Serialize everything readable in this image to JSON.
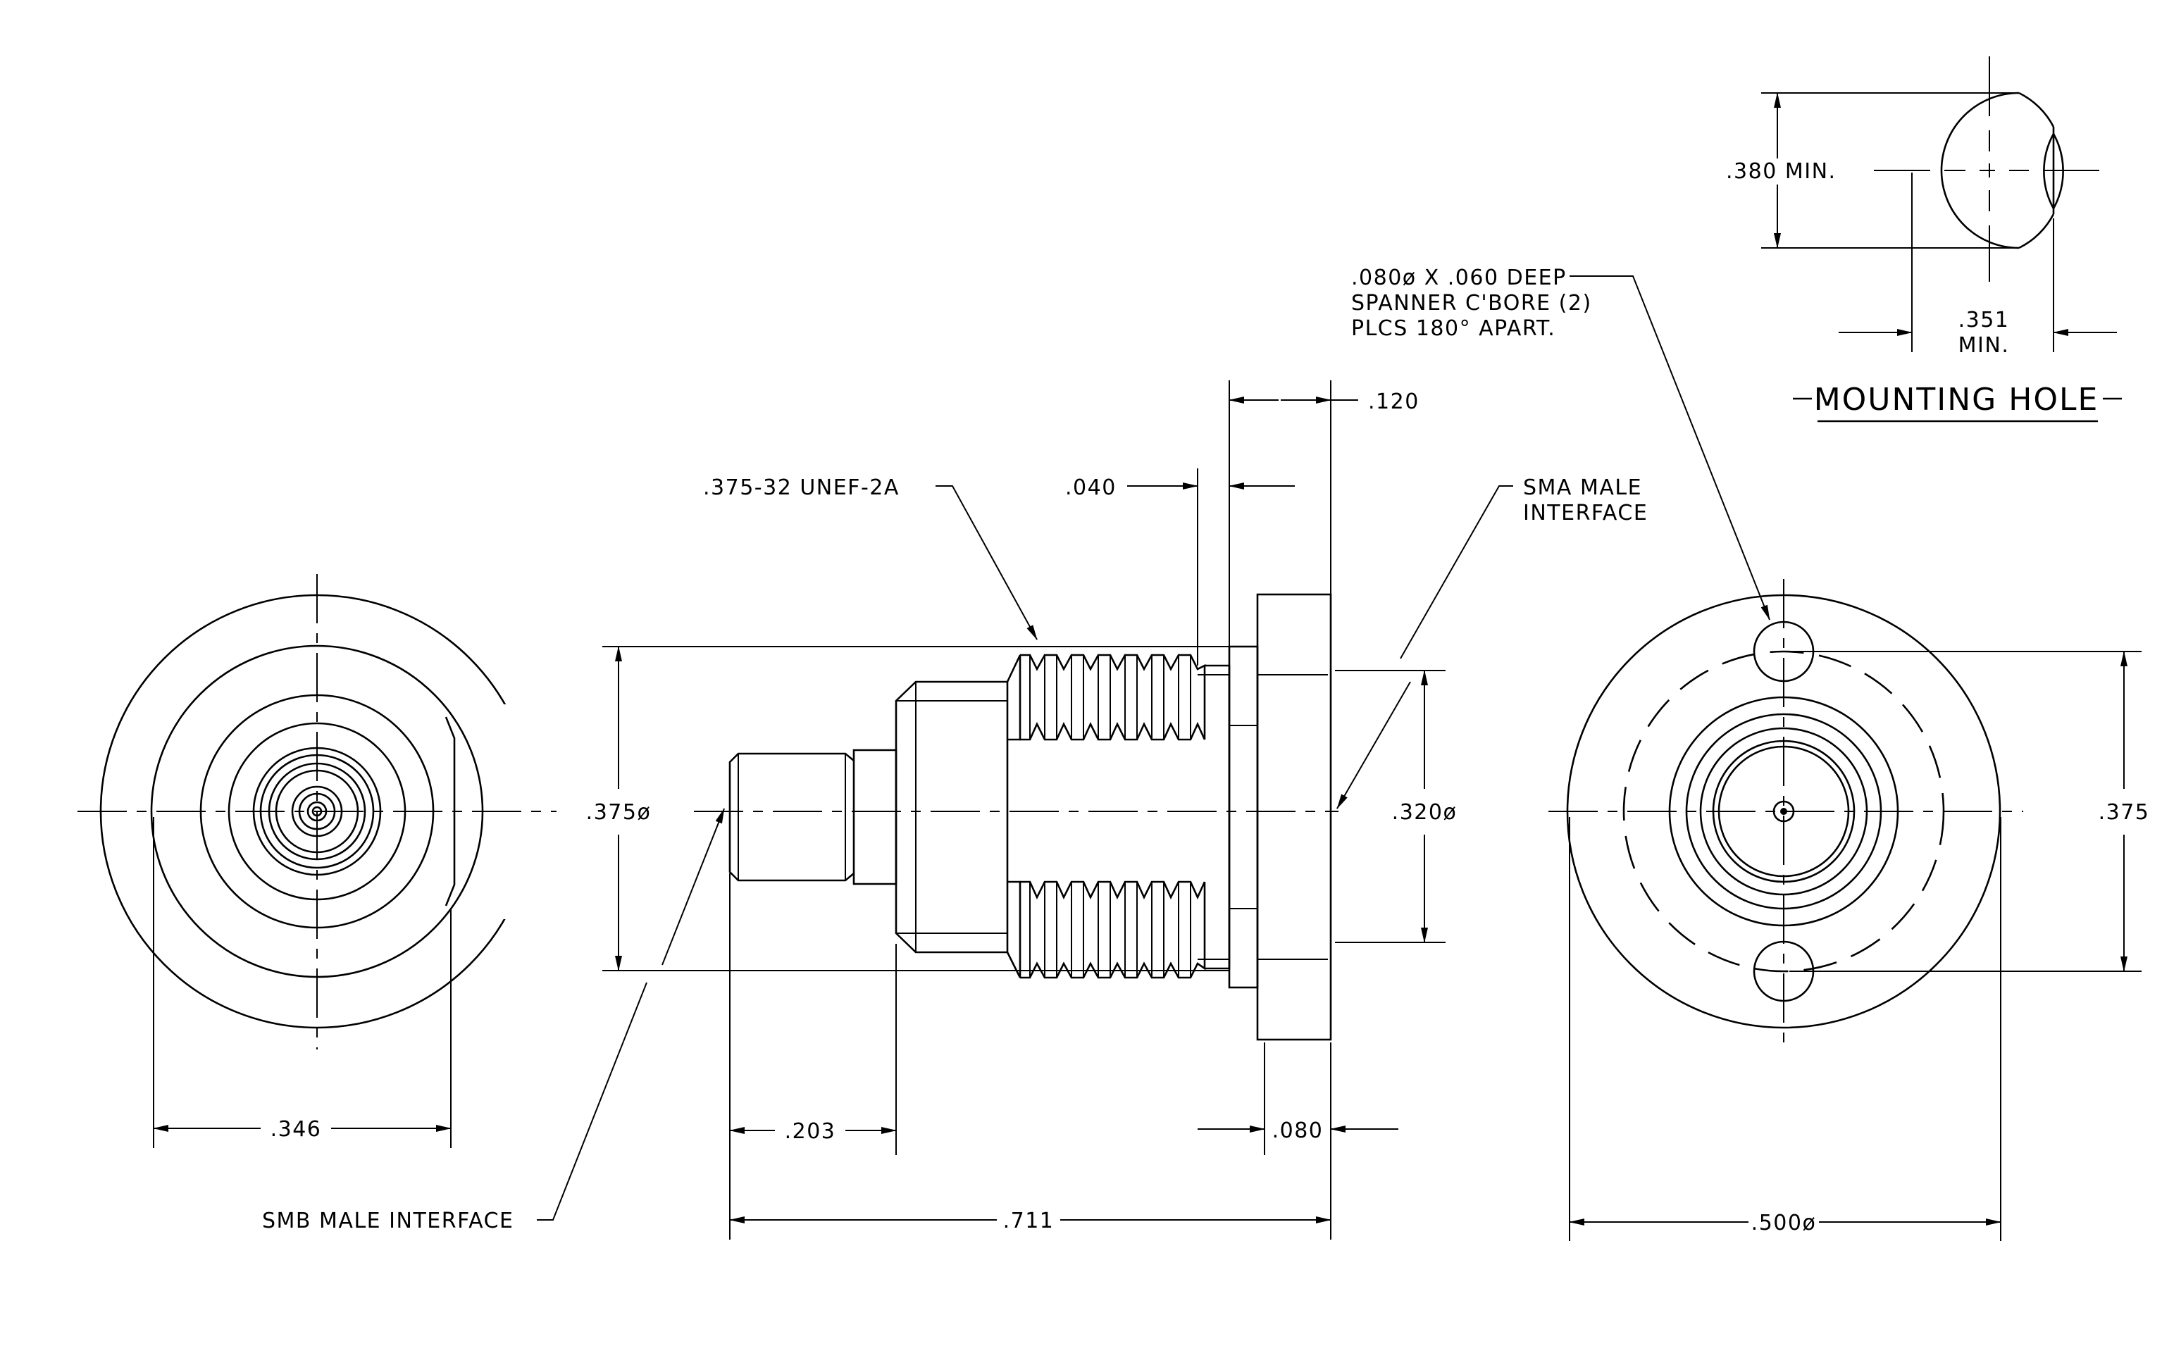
{
  "labels": {
    "thread_spec": ".375-32 UNEF-2A",
    "dim_040": ".040",
    "dim_120": ".120",
    "sma_interface_line1": "SMA MALE",
    "sma_interface_line2": "INTERFACE",
    "spanner_line1": ".080ø X .060 DEEP",
    "spanner_line2": "SPANNER C'BORE (2)",
    "spanner_line3": "PLCS 180° APART.",
    "dim_380": ".380  MIN.",
    "dim_351_line1": ".351",
    "dim_351_line2": "MIN.",
    "mounting_hole_title": "MOUNTING HOLE",
    "dim_375_dia": ".375ø",
    "dim_320_dia": ".320ø",
    "dim_375": ".375",
    "dim_346": ".346",
    "dim_203": ".203",
    "dim_080": ".080",
    "dim_711": ".711",
    "dim_500_dia": ".500ø",
    "smb_interface": "SMB  MALE  INTERFACE"
  }
}
